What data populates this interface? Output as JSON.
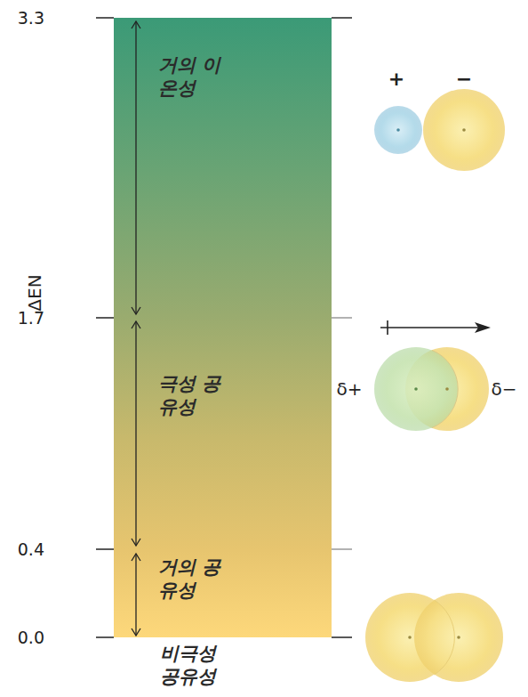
{
  "diagram": {
    "nodes": [
      {
        "text": [
          "거의 이온성",
          "극성 공유성",
          "거의 공유성"
        ]
      }
    ],
    "labels": [
      "ΔEN",
      "3.3",
      "1.7",
      "0.4",
      "0.0",
      "비극성 공유성",
      "+",
      "−",
      "δ+",
      "δ−"
    ]
  }
}
